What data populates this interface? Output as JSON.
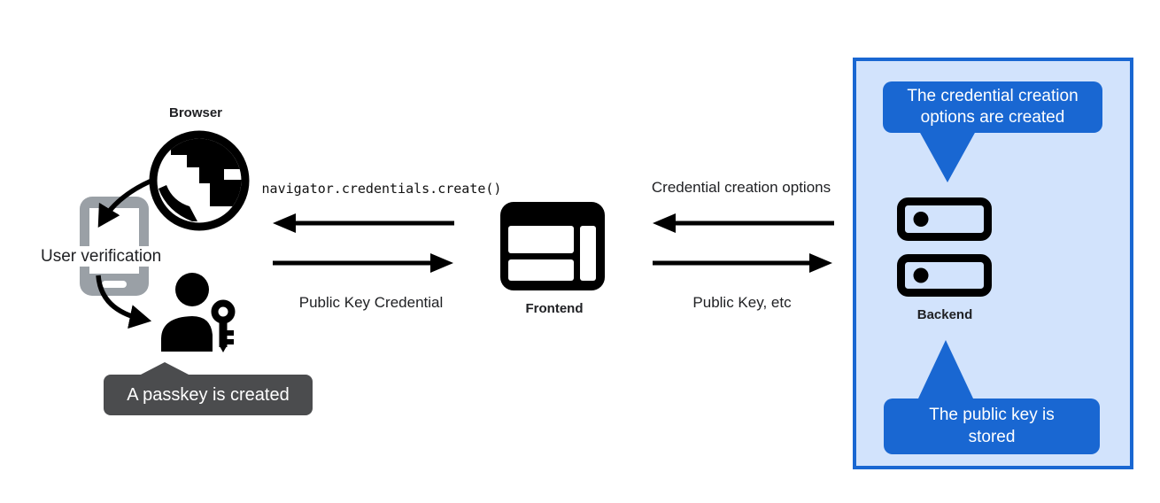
{
  "left_cluster": {
    "browser_label": "Browser",
    "user_verification_label": "User verification",
    "passkey_tooltip_text": "A passkey is created"
  },
  "frontend": {
    "label": "Frontend"
  },
  "backend": {
    "label": "Backend"
  },
  "flows": {
    "create_call_label": "navigator.credentials.create()",
    "public_key_credential_label": "Public Key Credential",
    "credential_creation_options_label": "Credential creation options",
    "public_key_etc_label": "Public Key, etc"
  },
  "backend_panel": {
    "top_tooltip_text": "The credential creation options are created",
    "bottom_tooltip_text": "The public key is stored"
  },
  "icons": {
    "globe": "browser-globe-icon",
    "phone": "phone-icon",
    "user_key": "user-passkey-icon",
    "frontend_window": "frontend-window-icon",
    "backend_server": "backend-server-icon"
  },
  "colors": {
    "icon_black": "#000000",
    "phone_gray": "#9aa0a6",
    "dark_tooltip_bg": "#4b4c4e",
    "blue_tooltip_bg": "#1967d2",
    "panel_fill": "#d2e3fc",
    "panel_border": "#1967d2",
    "text": "#202124",
    "tooltip_text": "#ffffff"
  }
}
